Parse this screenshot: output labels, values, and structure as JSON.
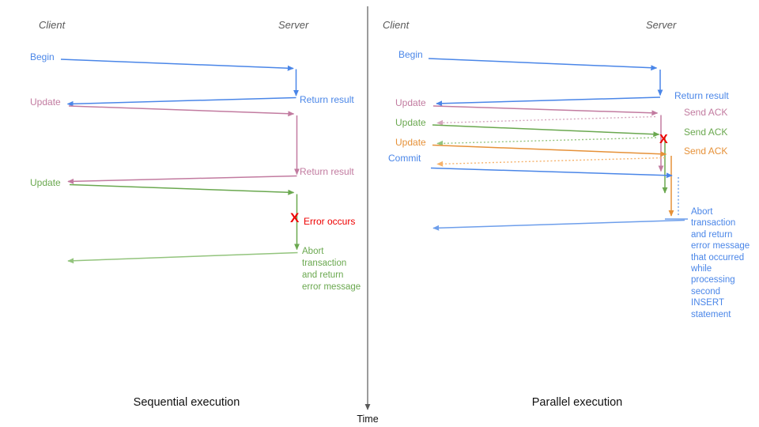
{
  "time_axis": {
    "label": "Time"
  },
  "panels": {
    "left": {
      "title": "Sequential execution",
      "client": "Client",
      "server": "Server",
      "labels": {
        "begin": "Begin",
        "return1": "Return result",
        "update1": "Update",
        "return2": "Return result",
        "update2": "Update",
        "error_mark": "X",
        "error": "Error occurs",
        "abort": "Abort\ntransaction\nand return\nerror message"
      }
    },
    "right": {
      "title": "Parallel execution",
      "client": "Client",
      "server": "Server",
      "labels": {
        "begin": "Begin",
        "return1": "Return result",
        "update1": "Update",
        "update2": "Update",
        "update3": "Update",
        "commit": "Commit",
        "ack1": "Send ACK",
        "ack2": "Send ACK",
        "ack3": "Send ACK",
        "error_mark": "X",
        "abort": "Abort\ntransaction\nand return\nerror message\nthat occurred\nwhile\nprocessing\nsecond\nINSERT\nstatement"
      }
    }
  },
  "colors": {
    "blue": "#4a86e8",
    "blue_light": "#6d9eeb",
    "pink": "#c27ba0",
    "pink_light": "#d5a6bd",
    "green": "#6aa84f",
    "green_light": "#93c47d",
    "orange": "#e69138",
    "orange_light": "#f6b26b",
    "red": "#ee0000",
    "gray": "#595959",
    "ink": "#111111"
  }
}
